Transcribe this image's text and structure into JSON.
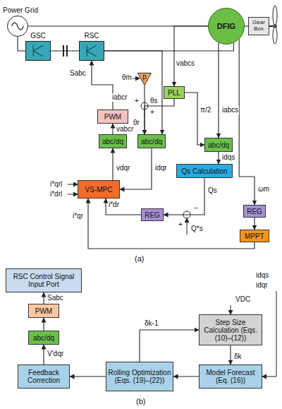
{
  "diagram": {
    "nodes": [
      {
        "text": [
          "Power Grid"
        ]
      },
      {
        "text": [
          "DFIG"
        ]
      },
      {
        "text": [
          "Gear Box"
        ]
      },
      {
        "text": [
          "GSC"
        ]
      },
      {
        "text": [
          "RSC"
        ]
      },
      {
        "text": [
          "PLL"
        ]
      },
      {
        "text": [
          "p"
        ]
      },
      {
        "text": [
          "PWM"
        ]
      },
      {
        "text": [
          "abc/dq"
        ]
      },
      {
        "text": [
          "abc/dq"
        ]
      },
      {
        "text": [
          "abc/dq"
        ]
      },
      {
        "text": [
          "Qs Calculation"
        ]
      },
      {
        "text": [
          "REG"
        ]
      },
      {
        "text": [
          "MPPT"
        ]
      },
      {
        "text": [
          "VS-MPC"
        ]
      },
      {
        "text": [
          "REG"
        ]
      },
      {
        "text": [
          "RSC Control Signal Input Port"
        ]
      },
      {
        "text": [
          "PWM"
        ]
      },
      {
        "text": [
          "abc/dq"
        ]
      },
      {
        "text": [
          "Step Size Calculation (Eqs. (10)–(12))"
        ]
      },
      {
        "text": [
          "Model Forecast (Eq. (16))"
        ]
      },
      {
        "text": [
          "Rolling Optimization (Eqs. (19)–(22))"
        ]
      },
      {
        "text": [
          "Feedback Correction"
        ]
      }
    ],
    "edges": [
      {
        "from": 0,
        "to": 1,
        "arrow": "none"
      },
      {
        "from": 1,
        "to": 2,
        "arrow": "none"
      },
      {
        "from": 0,
        "to": 3,
        "arrow": "none"
      },
      {
        "from": 3,
        "to": 4,
        "arrow": "none"
      },
      {
        "from": 4,
        "to": 1,
        "arrow": "none"
      },
      {
        "from": 1,
        "to": 5,
        "arrow": "to",
        "label": "vabcs"
      },
      {
        "from": 1,
        "to": 10,
        "arrow": "to",
        "label": "iabcs"
      },
      {
        "from": 1,
        "to": 12,
        "arrow": "to",
        "label": "ωm"
      },
      {
        "from": 7,
        "to": 4,
        "arrow": "to",
        "label": "Sabc"
      },
      {
        "from": 8,
        "to": 7,
        "arrow": "to",
        "label": "vabcr"
      },
      {
        "from": 14,
        "to": 8,
        "arrow": "to",
        "label": "vdqr"
      },
      {
        "from": 4,
        "to": 9,
        "arrow": "to",
        "label": "iabcr"
      },
      {
        "from": 6,
        "to": 9,
        "arrow": "to",
        "label": "θr"
      },
      {
        "from": 5,
        "to": 9,
        "arrow": "to",
        "label": "θs"
      },
      {
        "from": 5,
        "to": 10,
        "arrow": "to",
        "label": "π/2"
      },
      {
        "from": 9,
        "to": 14,
        "arrow": "to",
        "label": "idqr"
      },
      {
        "from": 10,
        "to": 11,
        "arrow": "to",
        "label": "idqs"
      },
      {
        "from": 11,
        "to": 15,
        "arrow": "to",
        "label": "Qs"
      },
      {
        "from": 15,
        "to": 14,
        "arrow": "to",
        "label": "i*dr"
      },
      {
        "from": 12,
        "to": 13,
        "arrow": "to"
      },
      {
        "from": 13,
        "to": 14,
        "arrow": "to",
        "label": "i*qr"
      },
      {
        "from": 17,
        "to": 16,
        "arrow": "to",
        "label": "Sabc"
      },
      {
        "from": 18,
        "to": 17,
        "arrow": "to"
      },
      {
        "from": 22,
        "to": 18,
        "arrow": "to",
        "label": "V'dqr"
      },
      {
        "from": 21,
        "to": 22,
        "arrow": "to"
      },
      {
        "from": 20,
        "to": 21,
        "arrow": "to"
      },
      {
        "from": 19,
        "to": 20,
        "arrow": "to",
        "label": "δk"
      },
      {
        "from": 21,
        "to": 19,
        "arrow": "to",
        "label": "δk-1"
      }
    ],
    "labels": [
      "θm",
      "+",
      "+",
      "−",
      "+",
      "Q*s",
      "i*qrl",
      "i*drl",
      "(a)",
      "VDC",
      "idqs",
      "idqr",
      "(b)"
    ]
  }
}
